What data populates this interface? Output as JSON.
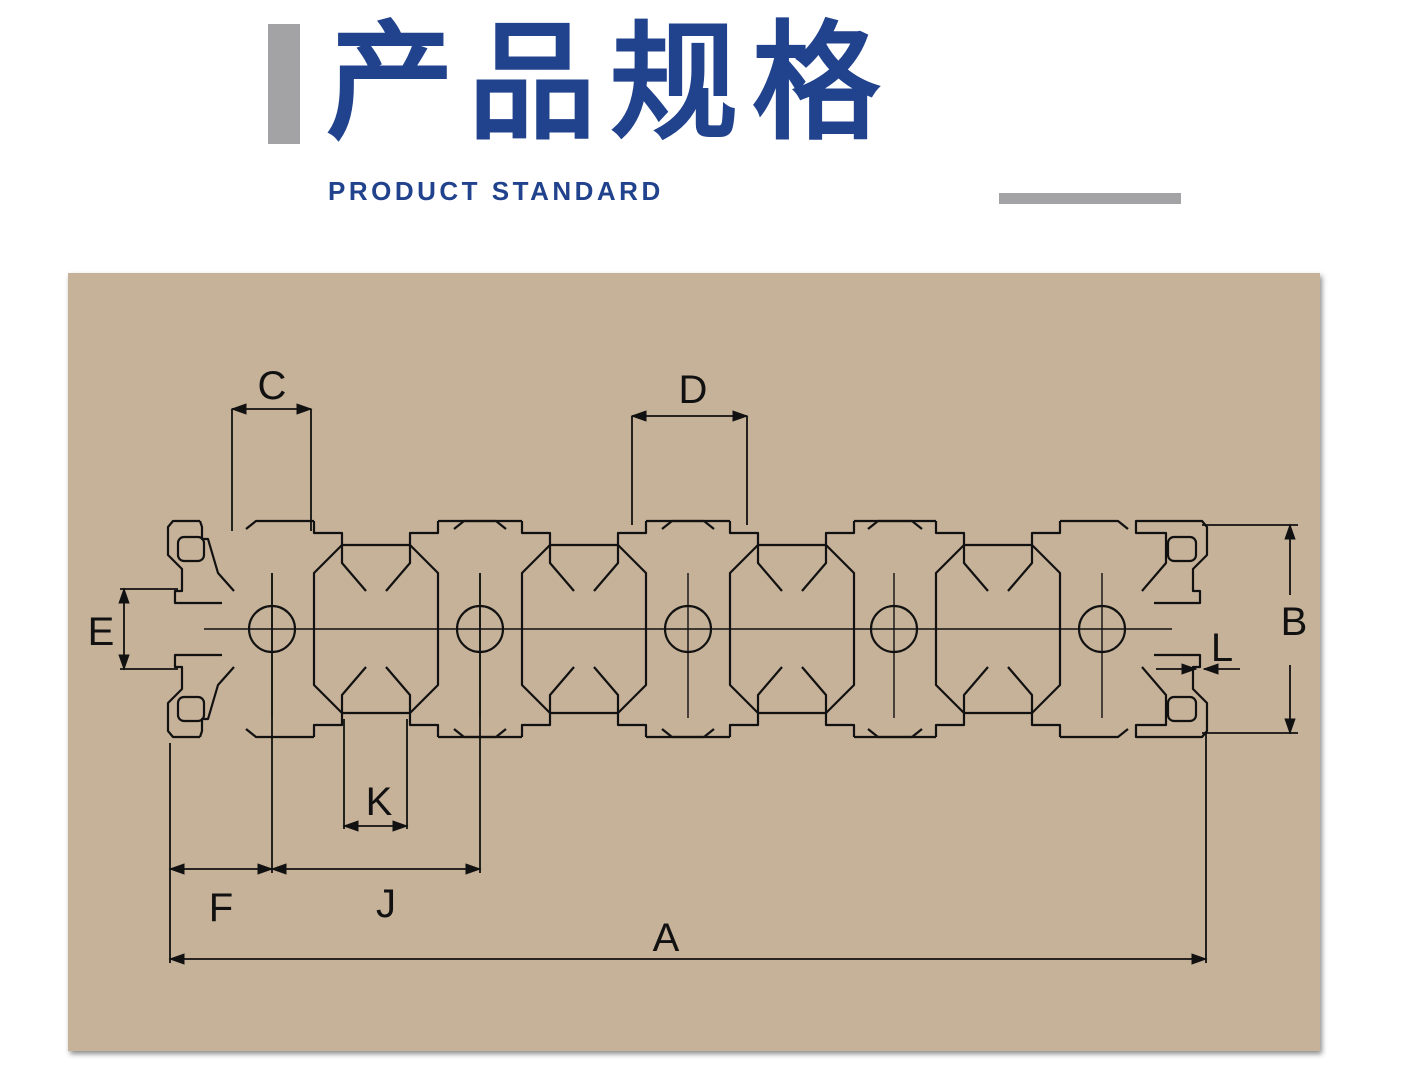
{
  "header": {
    "title": "产品规格",
    "subtitle": "PRODUCT STANDARD",
    "title_color": "#21428c",
    "accent_color": "#a3a3a5"
  },
  "diagram": {
    "background_color": "#c6b199",
    "line_color": "#111111",
    "labels": {
      "A": "A",
      "B": "B",
      "C": "C",
      "D": "D",
      "E": "E",
      "F": "F",
      "J": "J",
      "K": "K",
      "L": "L"
    }
  }
}
